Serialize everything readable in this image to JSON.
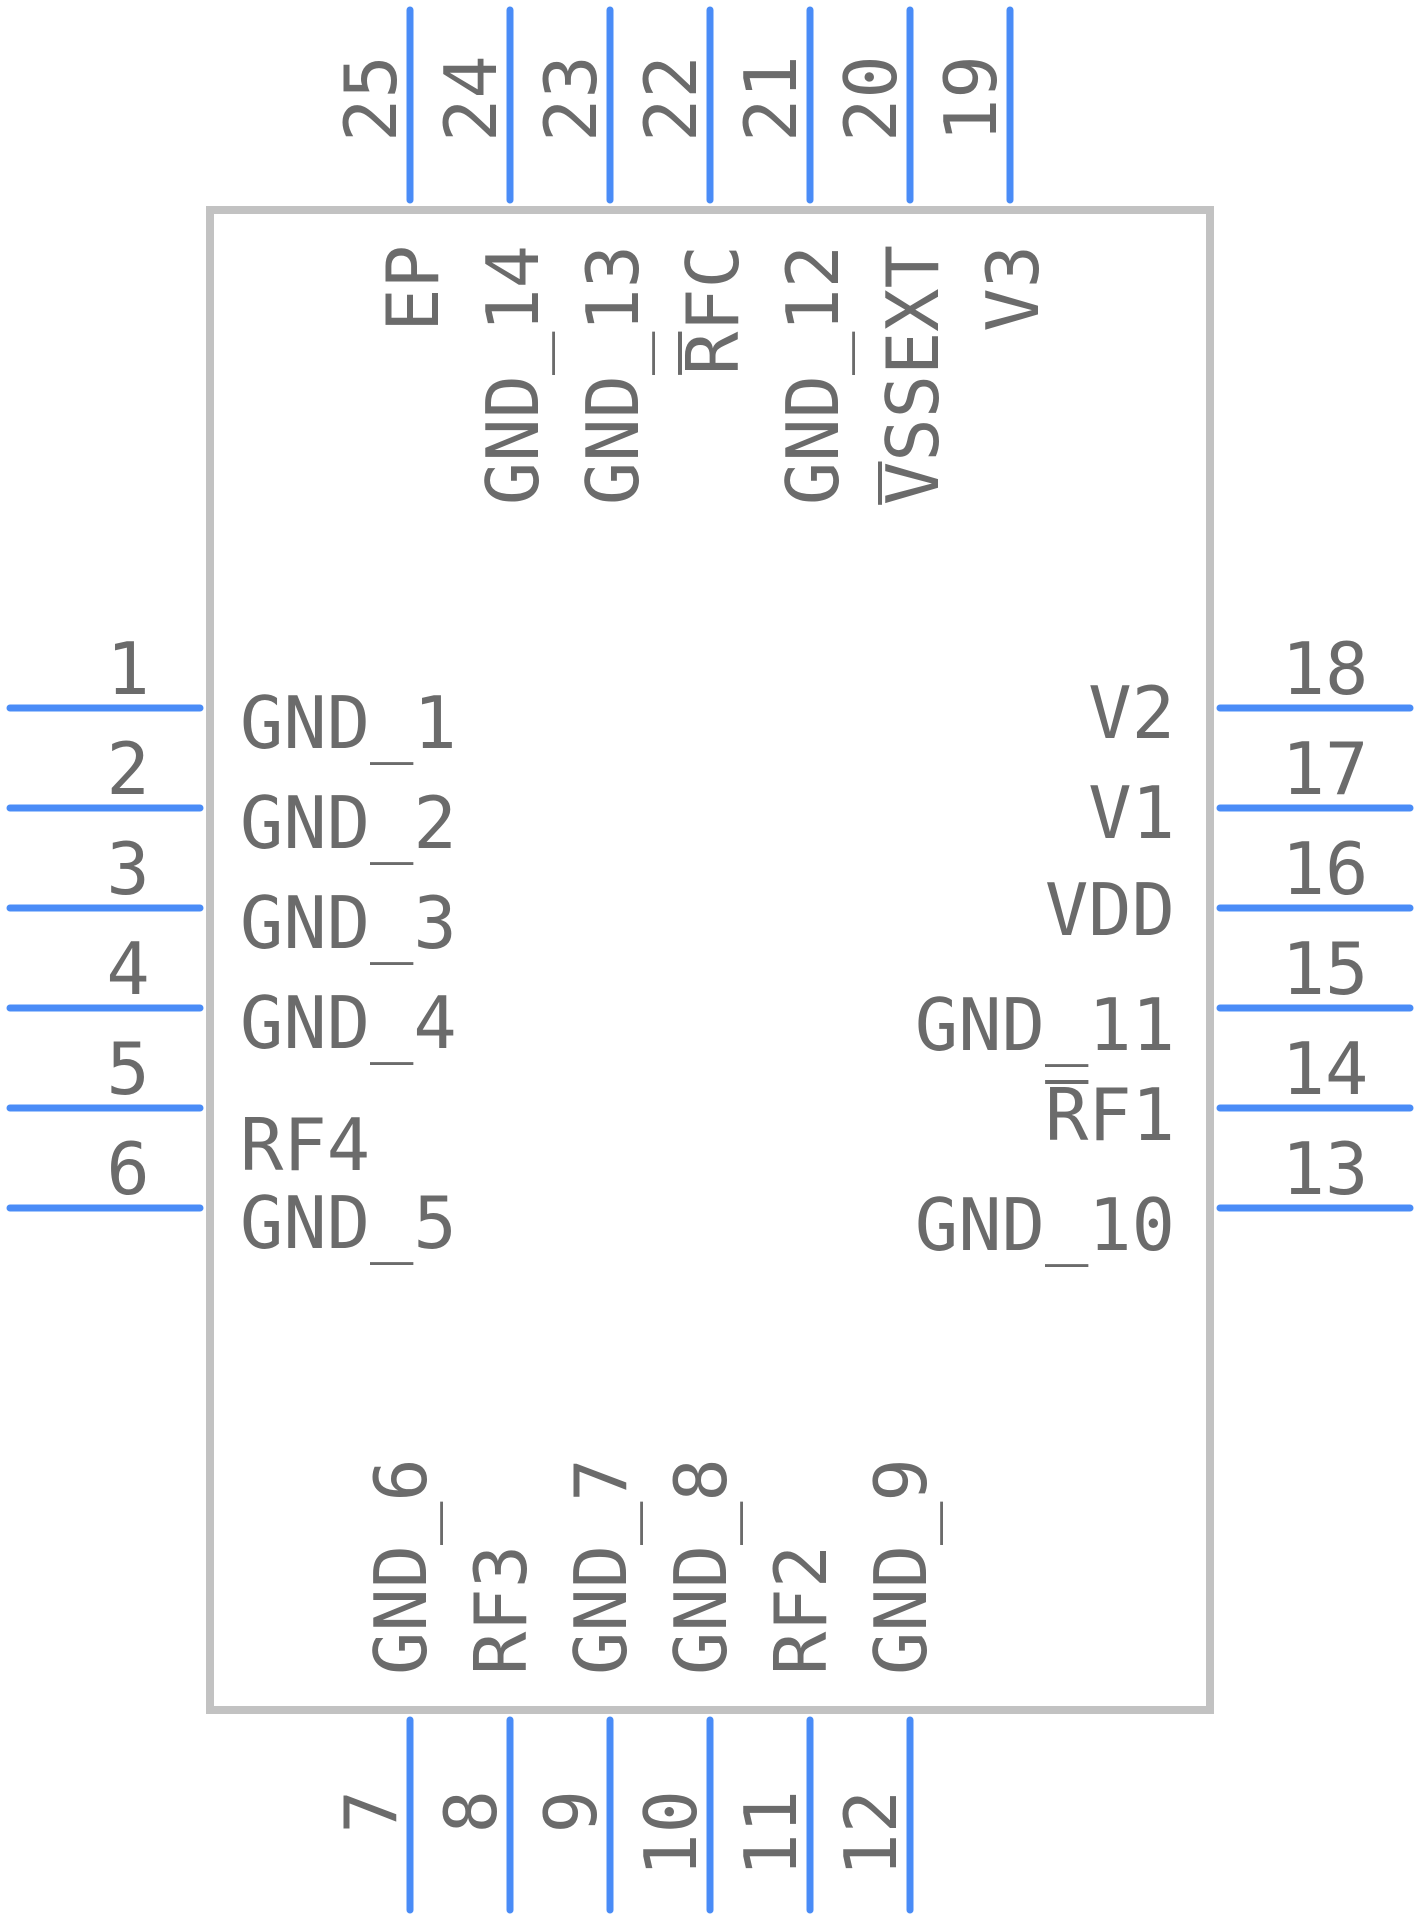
{
  "component": {
    "colors": {
      "pin": "#4a8cf7",
      "outline": "#c2c2c2",
      "text": "#6b6b6b"
    },
    "left_pins": [
      {
        "number": "1",
        "name": "GND_1"
      },
      {
        "number": "2",
        "name": "GND_2"
      },
      {
        "number": "3",
        "name": "GND_3"
      },
      {
        "number": "4",
        "name": "GND_4"
      },
      {
        "number": "5",
        "name": "RF4"
      },
      {
        "number": "6",
        "name": "GND_5"
      }
    ],
    "right_pins": [
      {
        "number": "18",
        "name": "V2"
      },
      {
        "number": "17",
        "name": "V1"
      },
      {
        "number": "16",
        "name": "VDD"
      },
      {
        "number": "15",
        "name": "GND_11"
      },
      {
        "number": "14",
        "name": "RF1",
        "overbar": true
      },
      {
        "number": "13",
        "name": "GND_10"
      }
    ],
    "top_pins": [
      {
        "number": "25",
        "name": "EP"
      },
      {
        "number": "24",
        "name": "GND_14"
      },
      {
        "number": "23",
        "name": "GND_13"
      },
      {
        "number": "22",
        "name": "RFC",
        "overbar": true
      },
      {
        "number": "21",
        "name": "GND_12"
      },
      {
        "number": "20",
        "name": "VSSEXT",
        "overbar": true
      },
      {
        "number": "19",
        "name": "V3"
      }
    ],
    "bottom_pins": [
      {
        "number": "7",
        "name": "GND_6"
      },
      {
        "number": "8",
        "name": "RF3"
      },
      {
        "number": "9",
        "name": "GND_7"
      },
      {
        "number": "10",
        "name": "GND_8"
      },
      {
        "number": "11",
        "name": "RF2"
      },
      {
        "number": "12",
        "name": "GND_9"
      }
    ]
  }
}
